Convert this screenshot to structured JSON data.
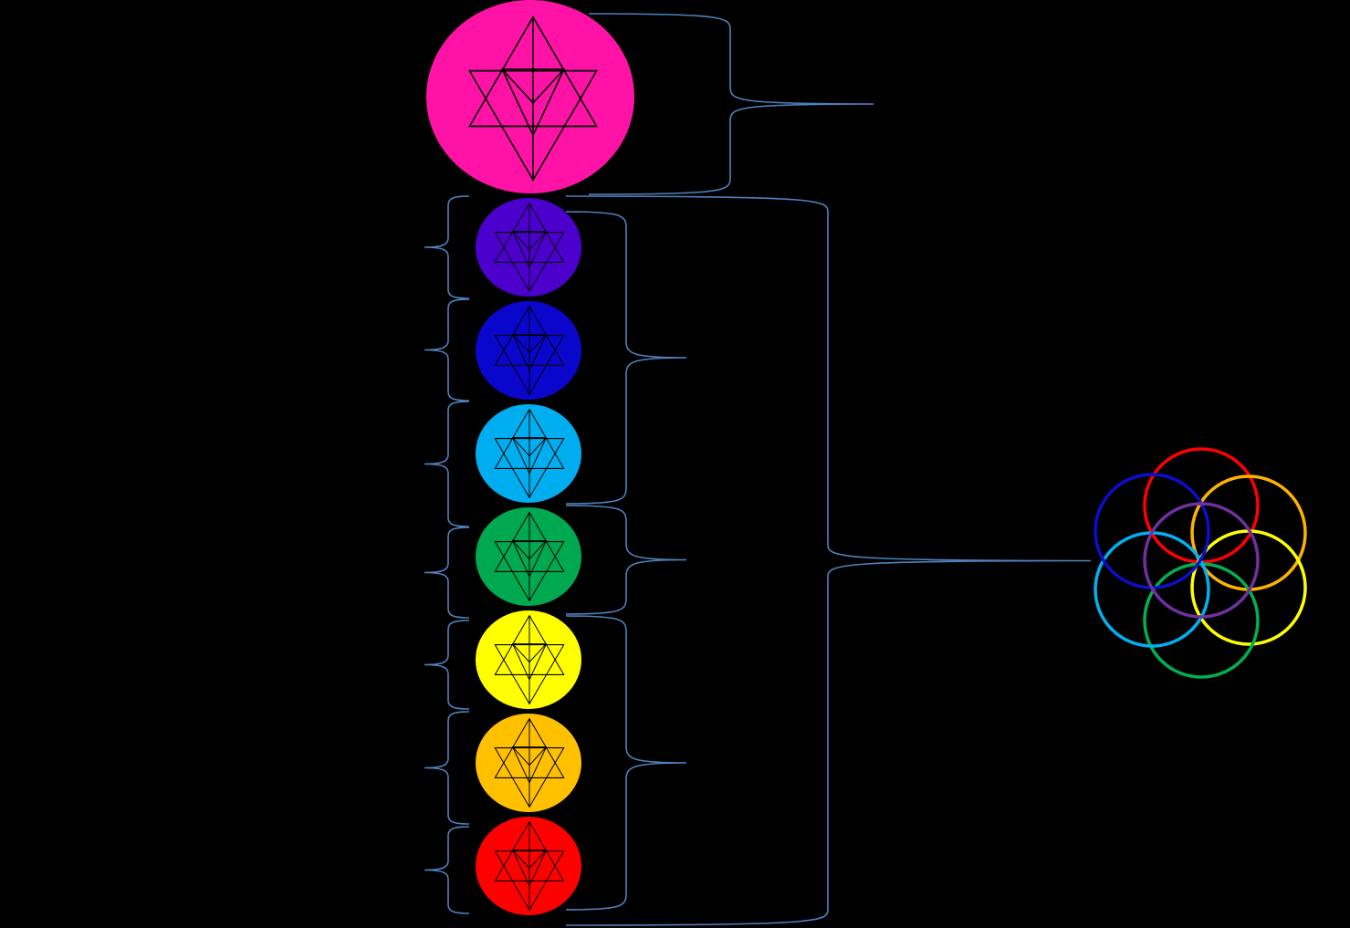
{
  "background": "#000000",
  "bracket_color": "#4f81bd",
  "star_outline_color": "#000000",
  "crown": {
    "color": "#ff13a6"
  },
  "chakras": [
    {
      "id": "indigo",
      "color": "#4b00cc"
    },
    {
      "id": "blue",
      "color": "#0a06cc"
    },
    {
      "id": "sky",
      "color": "#00aeef"
    },
    {
      "id": "green",
      "color": "#00a850"
    },
    {
      "id": "yellow",
      "color": "#ffff00"
    },
    {
      "id": "orange",
      "color": "#ffc000"
    },
    {
      "id": "red",
      "color": "#ff0000"
    }
  ],
  "seed_of_life_rings": [
    {
      "id": "red",
      "color": "#ff0000"
    },
    {
      "id": "orange",
      "color": "#ffb300"
    },
    {
      "id": "yellow",
      "color": "#ffff00"
    },
    {
      "id": "green",
      "color": "#00b050"
    },
    {
      "id": "sky",
      "color": "#00b0f0"
    },
    {
      "id": "blue",
      "color": "#0a0fcc"
    },
    {
      "id": "violet",
      "color": "#7030a0"
    }
  ]
}
